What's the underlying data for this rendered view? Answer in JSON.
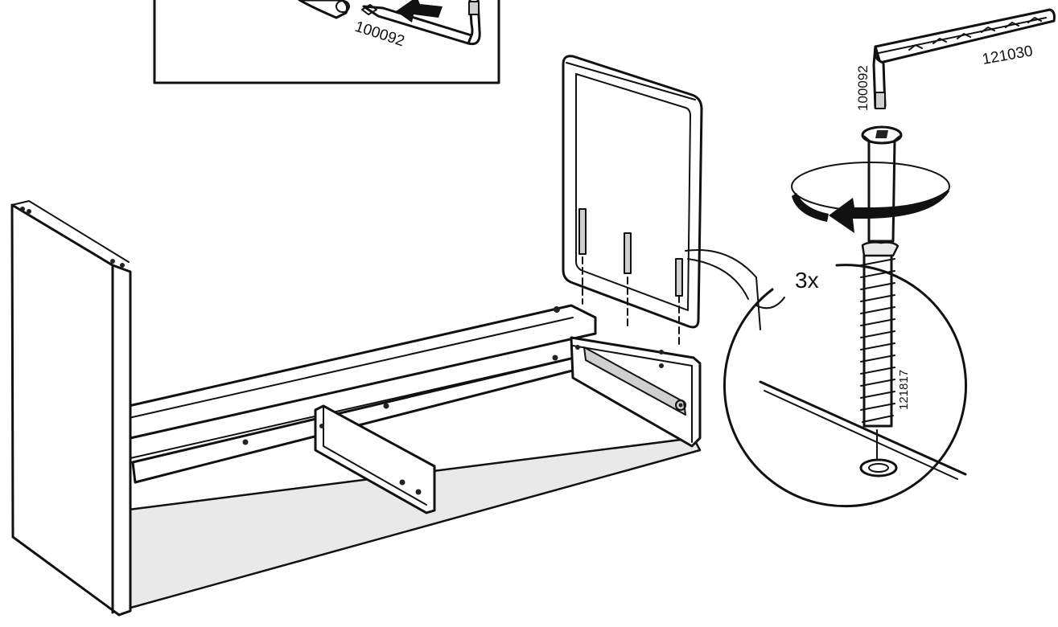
{
  "parts": {
    "allen_key_inset": "100092",
    "allen_key": "100092",
    "wrench": "121030",
    "screw": "121817"
  },
  "quantity": "3x",
  "colors": {
    "ink": "#111111",
    "panel": "#ffffff",
    "shade": "#e9e9e9"
  },
  "icons": [
    "allen-key-icon",
    "wrench-icon",
    "screw-icon",
    "rotation-arrow-icon",
    "insert-arrow-icon"
  ]
}
